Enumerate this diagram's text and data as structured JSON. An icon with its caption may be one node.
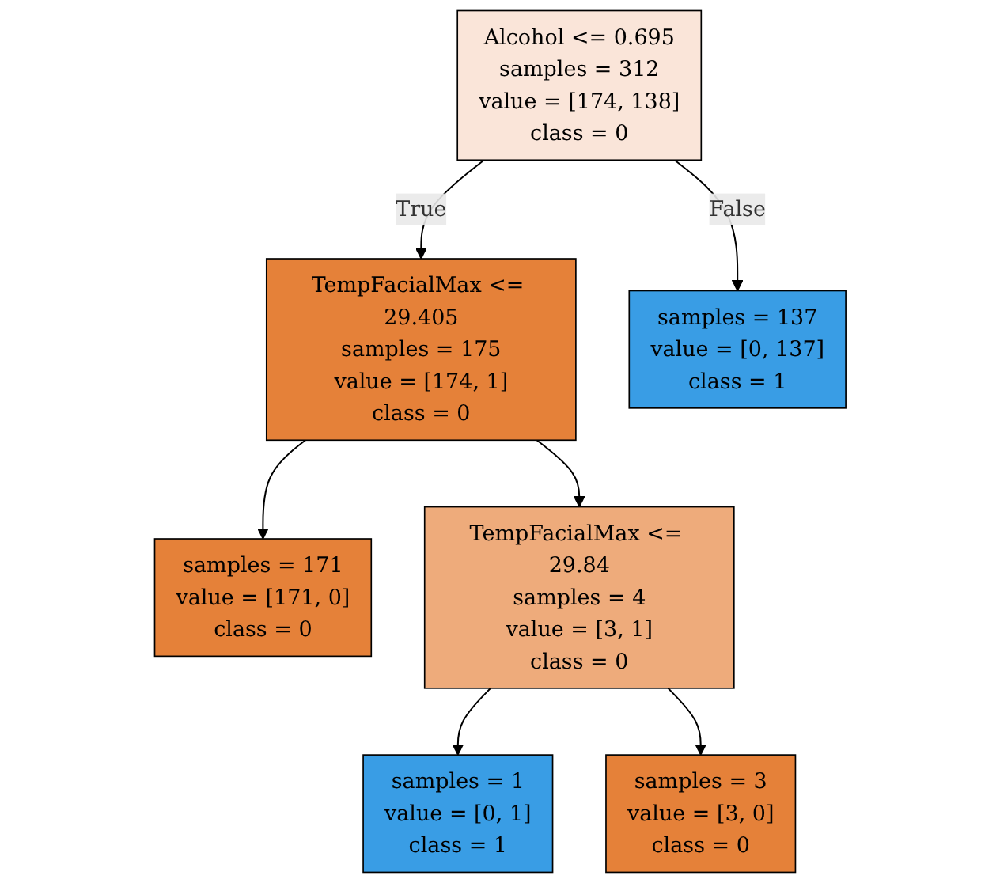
{
  "diagram": {
    "nodes": [
      {
        "text": [
          "Alcohol <= 0.695",
          "samples = 312",
          "value = [174, 138]",
          "class = 0"
        ]
      },
      {
        "text": [
          "TempFacialMax <= 29.405",
          "samples = 175",
          "value = [174, 1]",
          "class = 0"
        ]
      },
      {
        "text": [
          "samples = 137",
          "value = [0, 137]",
          "class = 1"
        ]
      },
      {
        "text": [
          "samples = 171",
          "value = [171, 0]",
          "class = 0"
        ]
      },
      {
        "text": [
          "TempFacialMax <= 29.84",
          "samples = 4",
          "value = [3, 1]",
          "class = 0"
        ]
      },
      {
        "text": [
          "samples = 1",
          "value = [0, 1]",
          "class = 1"
        ]
      },
      {
        "text": [
          "samples = 3",
          "value = [3, 0]",
          "class = 0"
        ]
      }
    ],
    "edges": [
      {
        "from": 0,
        "to": 1,
        "arrow": "to",
        "label": "True"
      },
      {
        "from": 0,
        "to": 2,
        "arrow": "to",
        "label": "False"
      },
      {
        "from": 1,
        "to": 3,
        "arrow": "to"
      },
      {
        "from": 1,
        "to": 4,
        "arrow": "to"
      },
      {
        "from": 4,
        "to": 5,
        "arrow": "to"
      },
      {
        "from": 4,
        "to": 6,
        "arrow": "to"
      }
    ]
  }
}
